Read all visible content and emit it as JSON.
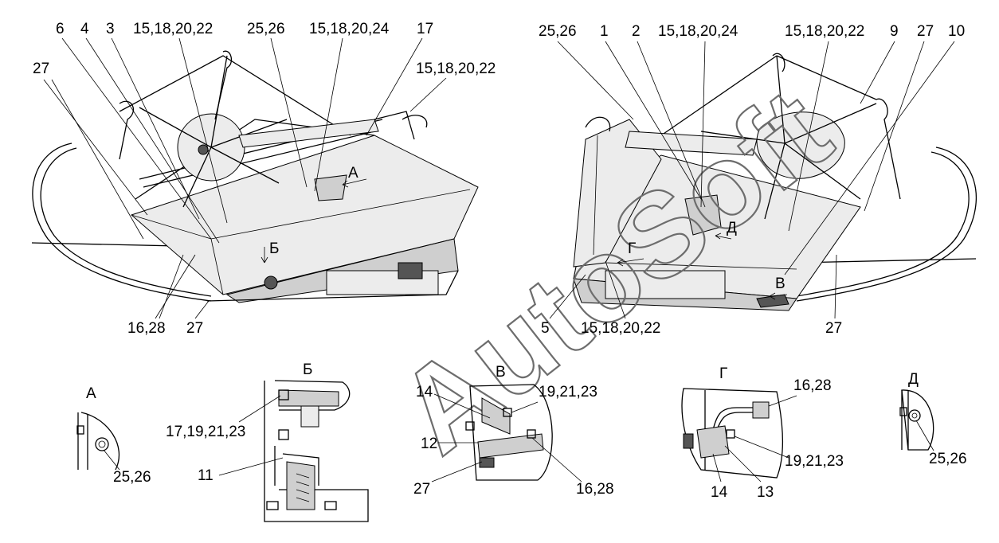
{
  "watermark": "AutoSoft",
  "left_callouts": {
    "c6": "6",
    "c4": "4",
    "c3": "3",
    "c15a": "15,18,20,22",
    "c2526": "25,26",
    "c15b": "15,18,20,24",
    "c17": "17",
    "c15c": "15,18,20,22",
    "c27a": "27",
    "c1628": "16,28",
    "c27b": "27"
  },
  "right_callouts": {
    "c2526": "25,26",
    "c1": "1",
    "c2": "2",
    "c15a": "15,18,20,24",
    "c15b": "15,18,20,22",
    "c9": "9",
    "c27a": "27",
    "c10": "10",
    "c5": "5",
    "c15c": "15,18,20,22",
    "c27b": "27"
  },
  "arrows": {
    "a": "А",
    "b": "Б",
    "g": "Г",
    "d": "Д",
    "v": "В"
  },
  "detail_a": {
    "title": "А",
    "c2526": "25,26"
  },
  "detail_b": {
    "title": "Б",
    "c17": "17,19,21,23",
    "c11": "11"
  },
  "detail_v": {
    "title": "В",
    "c14": "14",
    "c19": "19,21,23",
    "c12": "12",
    "c27": "27",
    "c1628": "16,28"
  },
  "detail_g": {
    "title": "Г",
    "c1628": "16,28",
    "c19": "19,21,23",
    "c14": "14",
    "c13": "13"
  },
  "detail_d": {
    "title": "Д",
    "c2526": "25,26"
  }
}
